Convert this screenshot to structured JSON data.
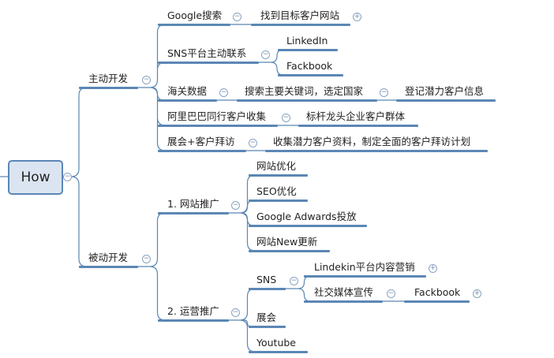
{
  "root": "How",
  "branches": [
    {
      "label": "主动开发",
      "children": [
        {
          "label": "Google搜索",
          "children": [
            {
              "label": "找到目标客户网站",
              "collapsed": true
            }
          ]
        },
        {
          "label": "SNS平台主动联系",
          "children": [
            {
              "label": "LinkedIn"
            },
            {
              "label": "Fackbook"
            }
          ]
        },
        {
          "label": "海关数据",
          "children": [
            {
              "label": "搜索主要关键词，选定国家",
              "children": [
                {
                  "label": "登记潜力客户信息"
                }
              ]
            }
          ]
        },
        {
          "label": "阿里巴巴同行客户收集",
          "children": [
            {
              "label": "标杆龙头企业客户群体"
            }
          ]
        },
        {
          "label": "展会+客户拜访",
          "children": [
            {
              "label": "收集潜力客户资料，制定全面的客户拜访计划"
            }
          ]
        }
      ]
    },
    {
      "label": "被动开发",
      "children": [
        {
          "label": "1. 网站推广",
          "children": [
            {
              "label": "网站优化"
            },
            {
              "label": "SEO优化"
            },
            {
              "label": "Google Adwards投放"
            },
            {
              "label": "网站New更新"
            }
          ]
        },
        {
          "label": "2. 运营推广",
          "children": [
            {
              "label": "SNS",
              "children": [
                {
                  "label": "Lindekin平台内容营销",
                  "collapsed": true
                },
                {
                  "label": "社交媒体宣传",
                  "children": [
                    {
                      "label": "Fackbook",
                      "collapsed": true
                    }
                  ]
                }
              ]
            },
            {
              "label": "展会"
            },
            {
              "label": "Youtube"
            }
          ]
        }
      ]
    }
  ],
  "colors": {
    "line": "#5b87b5",
    "root_fill": "#dbe5f1"
  }
}
